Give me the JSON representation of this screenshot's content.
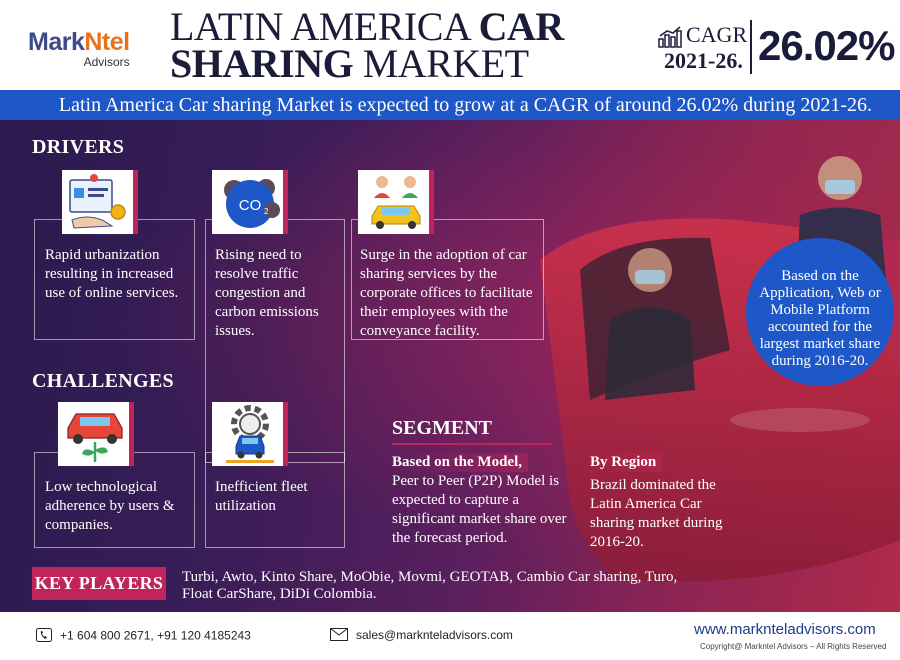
{
  "header": {
    "logo_part1": "Mark",
    "logo_part2": "Ntel",
    "logo_sub": "Advisors",
    "title_line1_regular": "LATIN AMERICA ",
    "title_line1_bold": "CAR",
    "title_line2_bold": "SHARING",
    "title_line2_regular": " MARKET",
    "cagr_label": "CAGR",
    "cagr_years": "2021-26.",
    "cagr_value": "26.02%"
  },
  "banner": "Latin America Car sharing Market  is expected to grow at a CAGR of around 26.02% during 2021-26.",
  "drivers": {
    "title": "DRIVERS",
    "items": [
      {
        "text": "Rapid urbanization resulting in increased use of online services.",
        "icon": "online-services-icon"
      },
      {
        "text": "Rising need to resolve traffic congestion and carbon emissions issues.",
        "icon": "co2-icon"
      },
      {
        "text": "Surge in the adoption of car sharing services by the corporate offices to facilitate their employees with the conveyance facility.",
        "icon": "car-sharing-people-icon"
      }
    ]
  },
  "challenges": {
    "title": "CHALLENGES",
    "items": [
      {
        "text": "Low technological adherence by users & companies.",
        "icon": "car-plant-icon"
      },
      {
        "text": "Inefficient fleet utilization",
        "icon": "fleet-gear-icon"
      }
    ]
  },
  "segment": {
    "title": "SEGMENT",
    "model_head": "Based on the Model,",
    "model_text": "Peer to Peer (P2P) Model is expected to capture a significant market share over the forecast period.",
    "region_head": "By Region",
    "region_text": "Brazil dominated the Latin America Car sharing market during 2016-20."
  },
  "circle_text": "Based on the Application, Web or Mobile Platform accounted for the largest market share during 2016-20.",
  "key_players": {
    "label": "KEY PLAYERS",
    "text": "Turbi, Awto, Kinto Share, MoObie, Movmi, GEOTAB, Cambio Car sharing, Turo, Float CarShare, DiDi Colombia."
  },
  "footer": {
    "phone": "+1 604 800 2671, +91 120 4185243",
    "email": "sales@marknteladvisors.com",
    "website": "www.marknteladvisors.com",
    "copyright": "Copyright@ Markntel Advisors – All Rights Reserved"
  },
  "colors": {
    "brand_blue": "#1e57c8",
    "accent_pink": "#c0245a",
    "logo_orange": "#e8721c",
    "logo_navy": "#3d4a8c"
  }
}
